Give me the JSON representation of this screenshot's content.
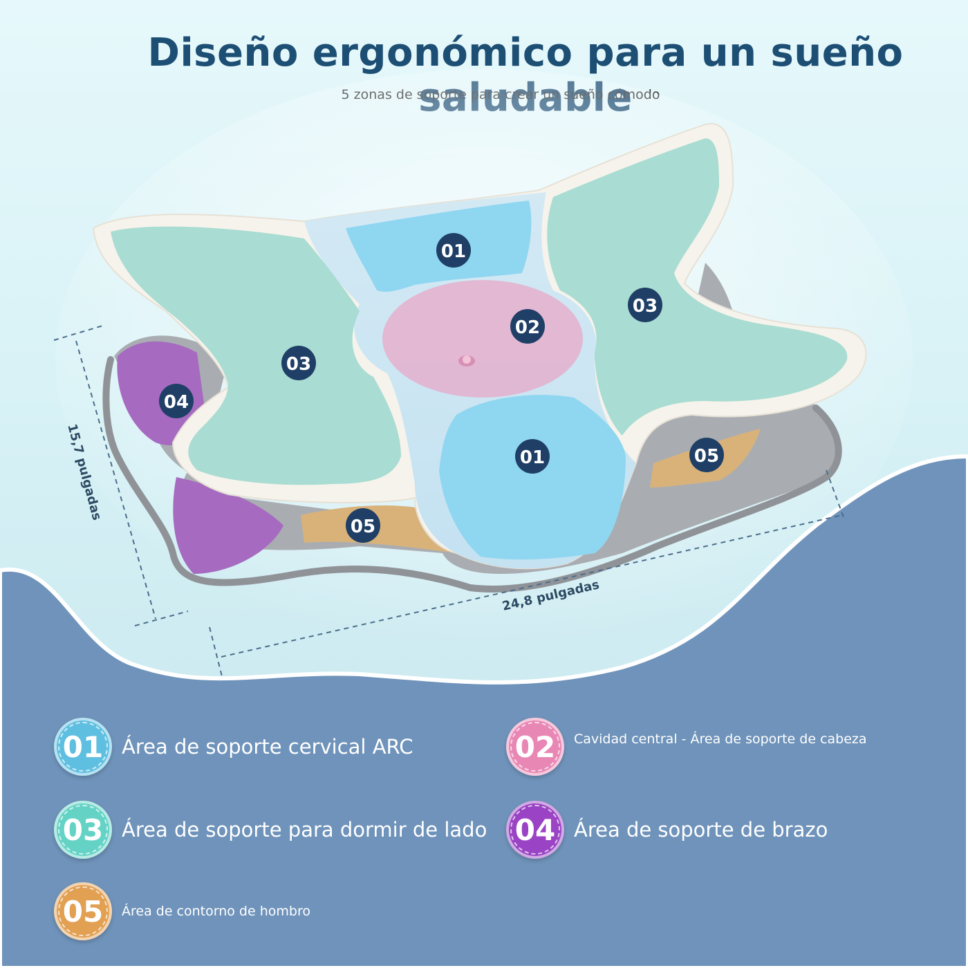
{
  "header": {
    "title": "Diseño ergonómico para un sueño saludable",
    "subtitle": "5 zonas de soporte para crear un sueño cómodo"
  },
  "dimensions": {
    "width_label": "24,8 pulgadas",
    "depth_label": "15,7 pulgadas"
  },
  "zone_badges": {
    "z01_top": "01",
    "z01_bottom": "01",
    "z02": "02",
    "z03_left": "03",
    "z03_right": "03",
    "z04": "04",
    "z05_left": "05",
    "z05_right": "05"
  },
  "legend": [
    {
      "number": "01",
      "label": "Área de soporte cervical ARC",
      "color": "#5fbfe1"
    },
    {
      "number": "02",
      "label": "Cavidad central - Área de soporte de cabeza",
      "color": "#e887b4"
    },
    {
      "number": "03",
      "label": "Área de soporte para dormir de lado",
      "color": "#64d3c6"
    },
    {
      "number": "04",
      "label": "Área de soporte de brazo",
      "color": "#9a43c4"
    },
    {
      "number": "05",
      "label": "Área de contorno de hombro",
      "color": "#e2a053"
    }
  ],
  "colors": {
    "title": "#1d4e74",
    "wave": "#6f93ba",
    "badge": "#1f3f66",
    "zone01": "#8fd6f0",
    "zone02": "#e8a8c8",
    "zone03": "#a9dcd2",
    "zone04": "#a66bc0",
    "zone05": "#d9b27a"
  }
}
